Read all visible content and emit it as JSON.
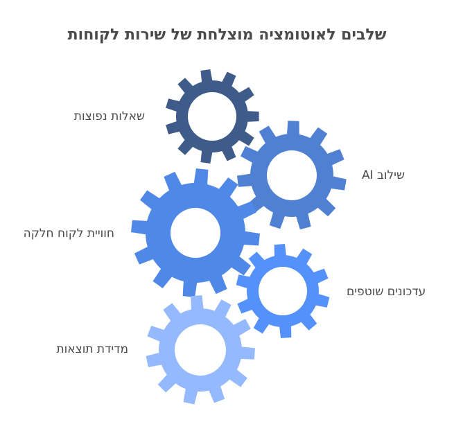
{
  "title": "שלבים לאוטומציה מוצלחת של שירות לקוחות",
  "steps": [
    {
      "label": "שאלות נפוצות",
      "color": "#3e5b8a"
    },
    {
      "label": "שילוב AI",
      "color": "#5080d1"
    },
    {
      "label": "חוויית לקוח חלקה",
      "color": "#4f88e6"
    },
    {
      "label": "עדכונים שוטפים",
      "color": "#5591fb"
    },
    {
      "label": "מדידת תוצאות",
      "color": "#94b9fc"
    }
  ]
}
